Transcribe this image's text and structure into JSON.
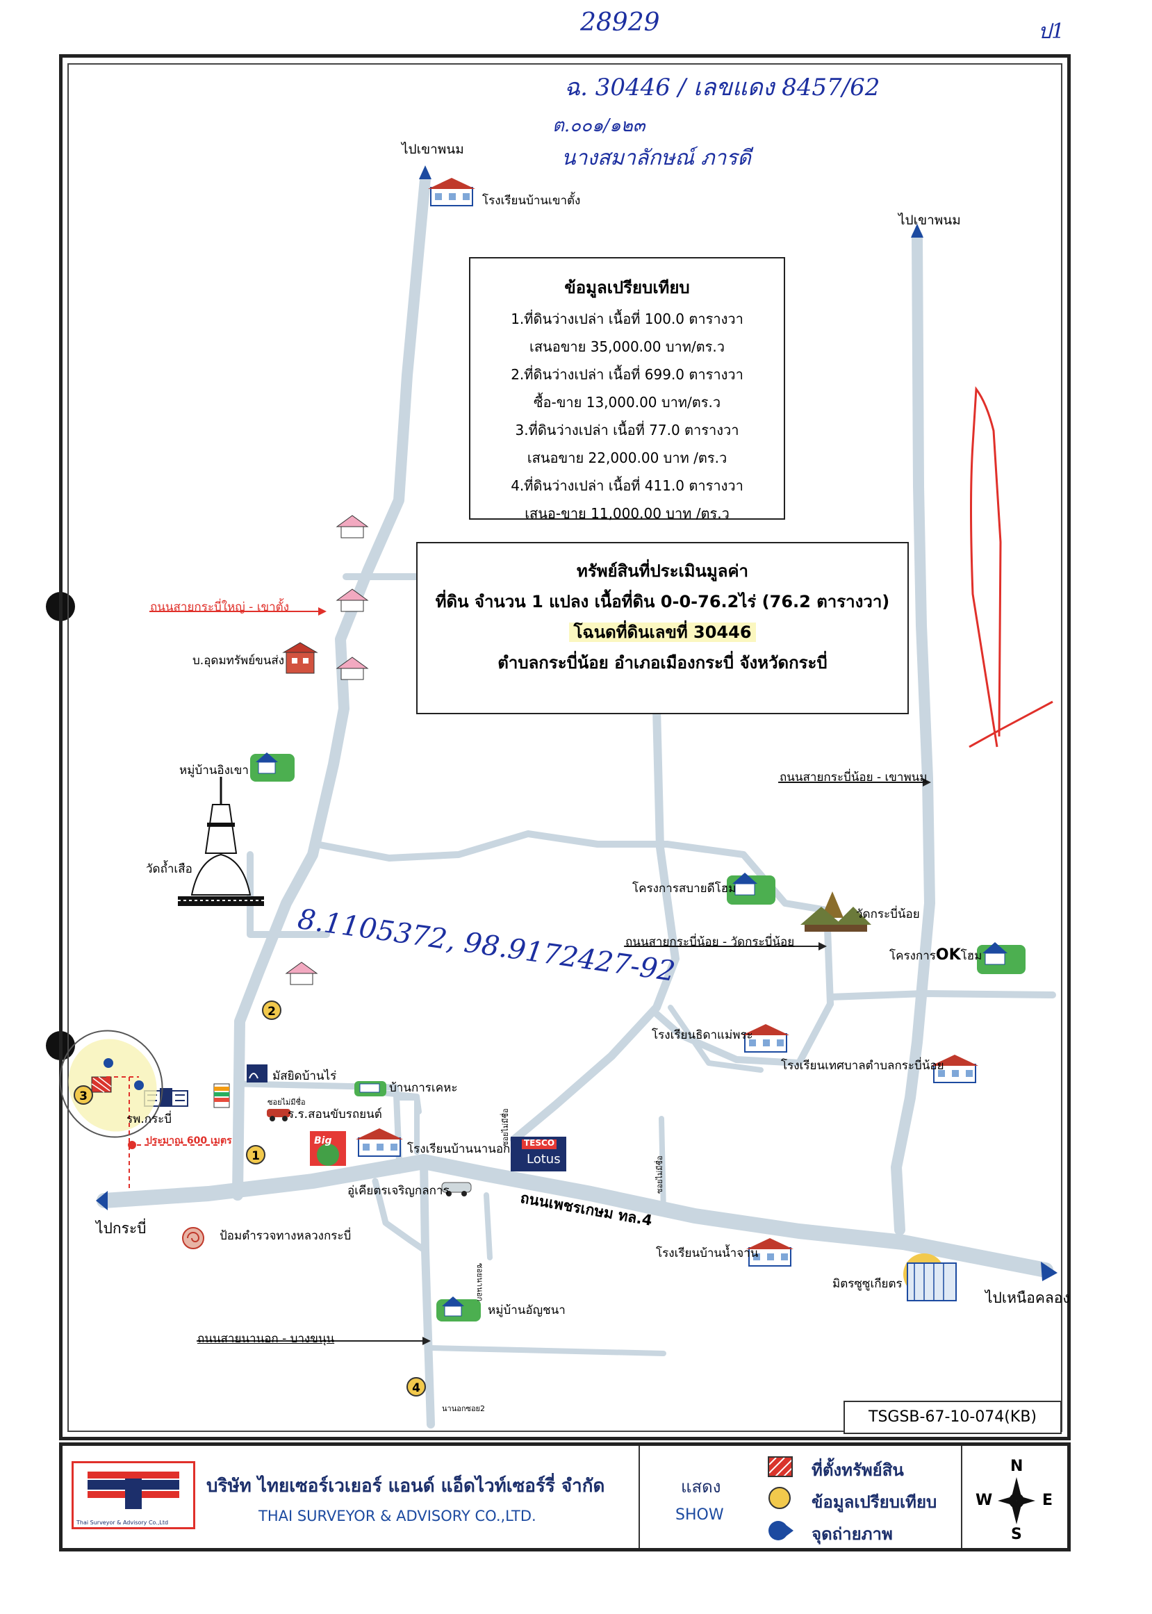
{
  "handwriting": {
    "top_number": "28929",
    "top_right": "ป1",
    "note_line1": "ฉ. 30446 / เลขแดง 8457/62",
    "note_line2": "ต.๐๐๑/๑๒๓",
    "note_line3": "นางสมาลักษณ์ ภารดี",
    "coords": "8.1105372, 98.9172427-92"
  },
  "directions": {
    "north_left": "ไปเขาพนม",
    "north_right": "ไปเขาพนม",
    "west": "ไปกระบี่",
    "east": "ไปเหนือคลอง"
  },
  "comparison": {
    "title": "ข้อมูลเปรียบเทียบ",
    "lines": [
      "1.ที่ดินว่างเปล่า เนื้อที่ 100.0 ตารางวา",
      "เสนอขาย 35,000.00 บาท/ตร.ว",
      "2.ที่ดินว่างเปล่า เนื้อที่ 699.0 ตารางวา",
      "ซื้อ-ขาย 13,000.00 บาท/ตร.ว",
      "3.ที่ดินว่างเปล่า เนื้อที่ 77.0 ตารางวา",
      "เสนอขาย 22,000.00 บาท /ตร.ว",
      "4.ที่ดินว่างเปล่า เนื้อที่ 411.0 ตารางวา",
      "เสนอ-ขาย 11,000.00 บาท /ตร.ว"
    ]
  },
  "property": {
    "title": "ทรัพย์สินที่ประเมินมูลค่า",
    "line1": "ที่ดิน จำนวน 1 แปลง เนื้อที่ดิน 0-0-76.2ไร่ (76.2 ตารางวา)",
    "line2": "โฉนดที่ดินเลขที่ 30446",
    "line3": "ตำบลกระบี่น้อย อำเภอเมืองกระบี่ จังหวัดกระบี่"
  },
  "labels": {
    "school_khaotang": "โรงเรียนบ้านเขาตั้ง",
    "road_krabiyai": "ถนนสายกระบี่ใหญ่ - เขาตั้ง",
    "udom": "บ.อุดมทรัพย์ขนส่ง",
    "village_ingkhao": "หมู่บ้านอิงเขา",
    "wat_thamsua": "วัดถ้ำเสือ",
    "road_krabinoi_khaophanom": "ถนนสายกระบี่น้อย - เขาพนม",
    "project_sabai": "โครงการสบายดีโฮม",
    "wat_krabinoi": "วัดกระบี่น้อย",
    "road_wat": "ถนนสายกระบี่น้อย - วัดกระบี่น้อย",
    "ok_home_a": "โครงการ",
    "ok_home_b": "OK",
    "ok_home_c": "โฮม",
    "school_maephra": "โรงเรียนธิดาแม่พระ",
    "school_thesaban": "โรงเรียนเทศบาลตำบลกระบี่น้อย",
    "mosque": "มัสยิดบ้านไร่",
    "house_kaheh": "บ้านการเคหะ",
    "driving_school": "ร.ร.สอนขับรถยนต์",
    "soi_nameless": "ซอยไม่มีชื่อ",
    "hospital": "รพ.กระบี่",
    "distance": "ประมาณ 600 เมตร",
    "big_c": "Big",
    "school_nanok": "โรงเรียนบ้านนานอก",
    "tesco": "TESCO",
    "lotus": "Lotus",
    "garage": "อู่เคียตรเจริญกลการ",
    "main_road": "ถนนเพชรเกษม ทล.4",
    "police": "ป้อมตำรวจทางหลวงกระบี่",
    "school_namjan": "โรงเรียนบ้านน้ำจาน",
    "mitsu": "มิตรซูซูเกียตร",
    "village_anchana": "หมู่บ้านอัญชนา",
    "road_nanok": "ถนนสายนานอก - บางขนุน",
    "soi_nanok2": "นานอกซอย2",
    "soi_vertical1": "ซอยไม่มีชื่อ",
    "soi_vertical2": "ซอยไม่มีชื่อ",
    "soi_vertical3": "ซอยนานอก"
  },
  "markers": [
    "1",
    "2",
    "3",
    "4"
  ],
  "doc_code": "TSGSB-67-10-074(KB)",
  "footer": {
    "company_th": "บริษัท ไทยเซอร์เวเยอร์ แอนด์ แอ็ดไวท์เซอร์รี่ จำกัด",
    "company_en": "THAI SURVEYOR & ADVISORY CO.,LTD.",
    "logo_caption": "Thai Surveyor & Advisory Co.,Ltd",
    "show_th": "แสดง",
    "show_en": "SHOW",
    "legend": [
      "ที่ตั้งทรัพย์สิน",
      "ข้อมูลเปรียบเทียบ",
      "จุดถ่ายภาพ"
    ],
    "compass": {
      "n": "N",
      "s": "S",
      "e": "E",
      "w": "W"
    }
  },
  "colors": {
    "road": "#c9d6e0",
    "accent_blue": "#1c2fa0",
    "red": "#e0302a",
    "marker_yellow": "#f2c94c",
    "property_red": "#d9352c"
  }
}
